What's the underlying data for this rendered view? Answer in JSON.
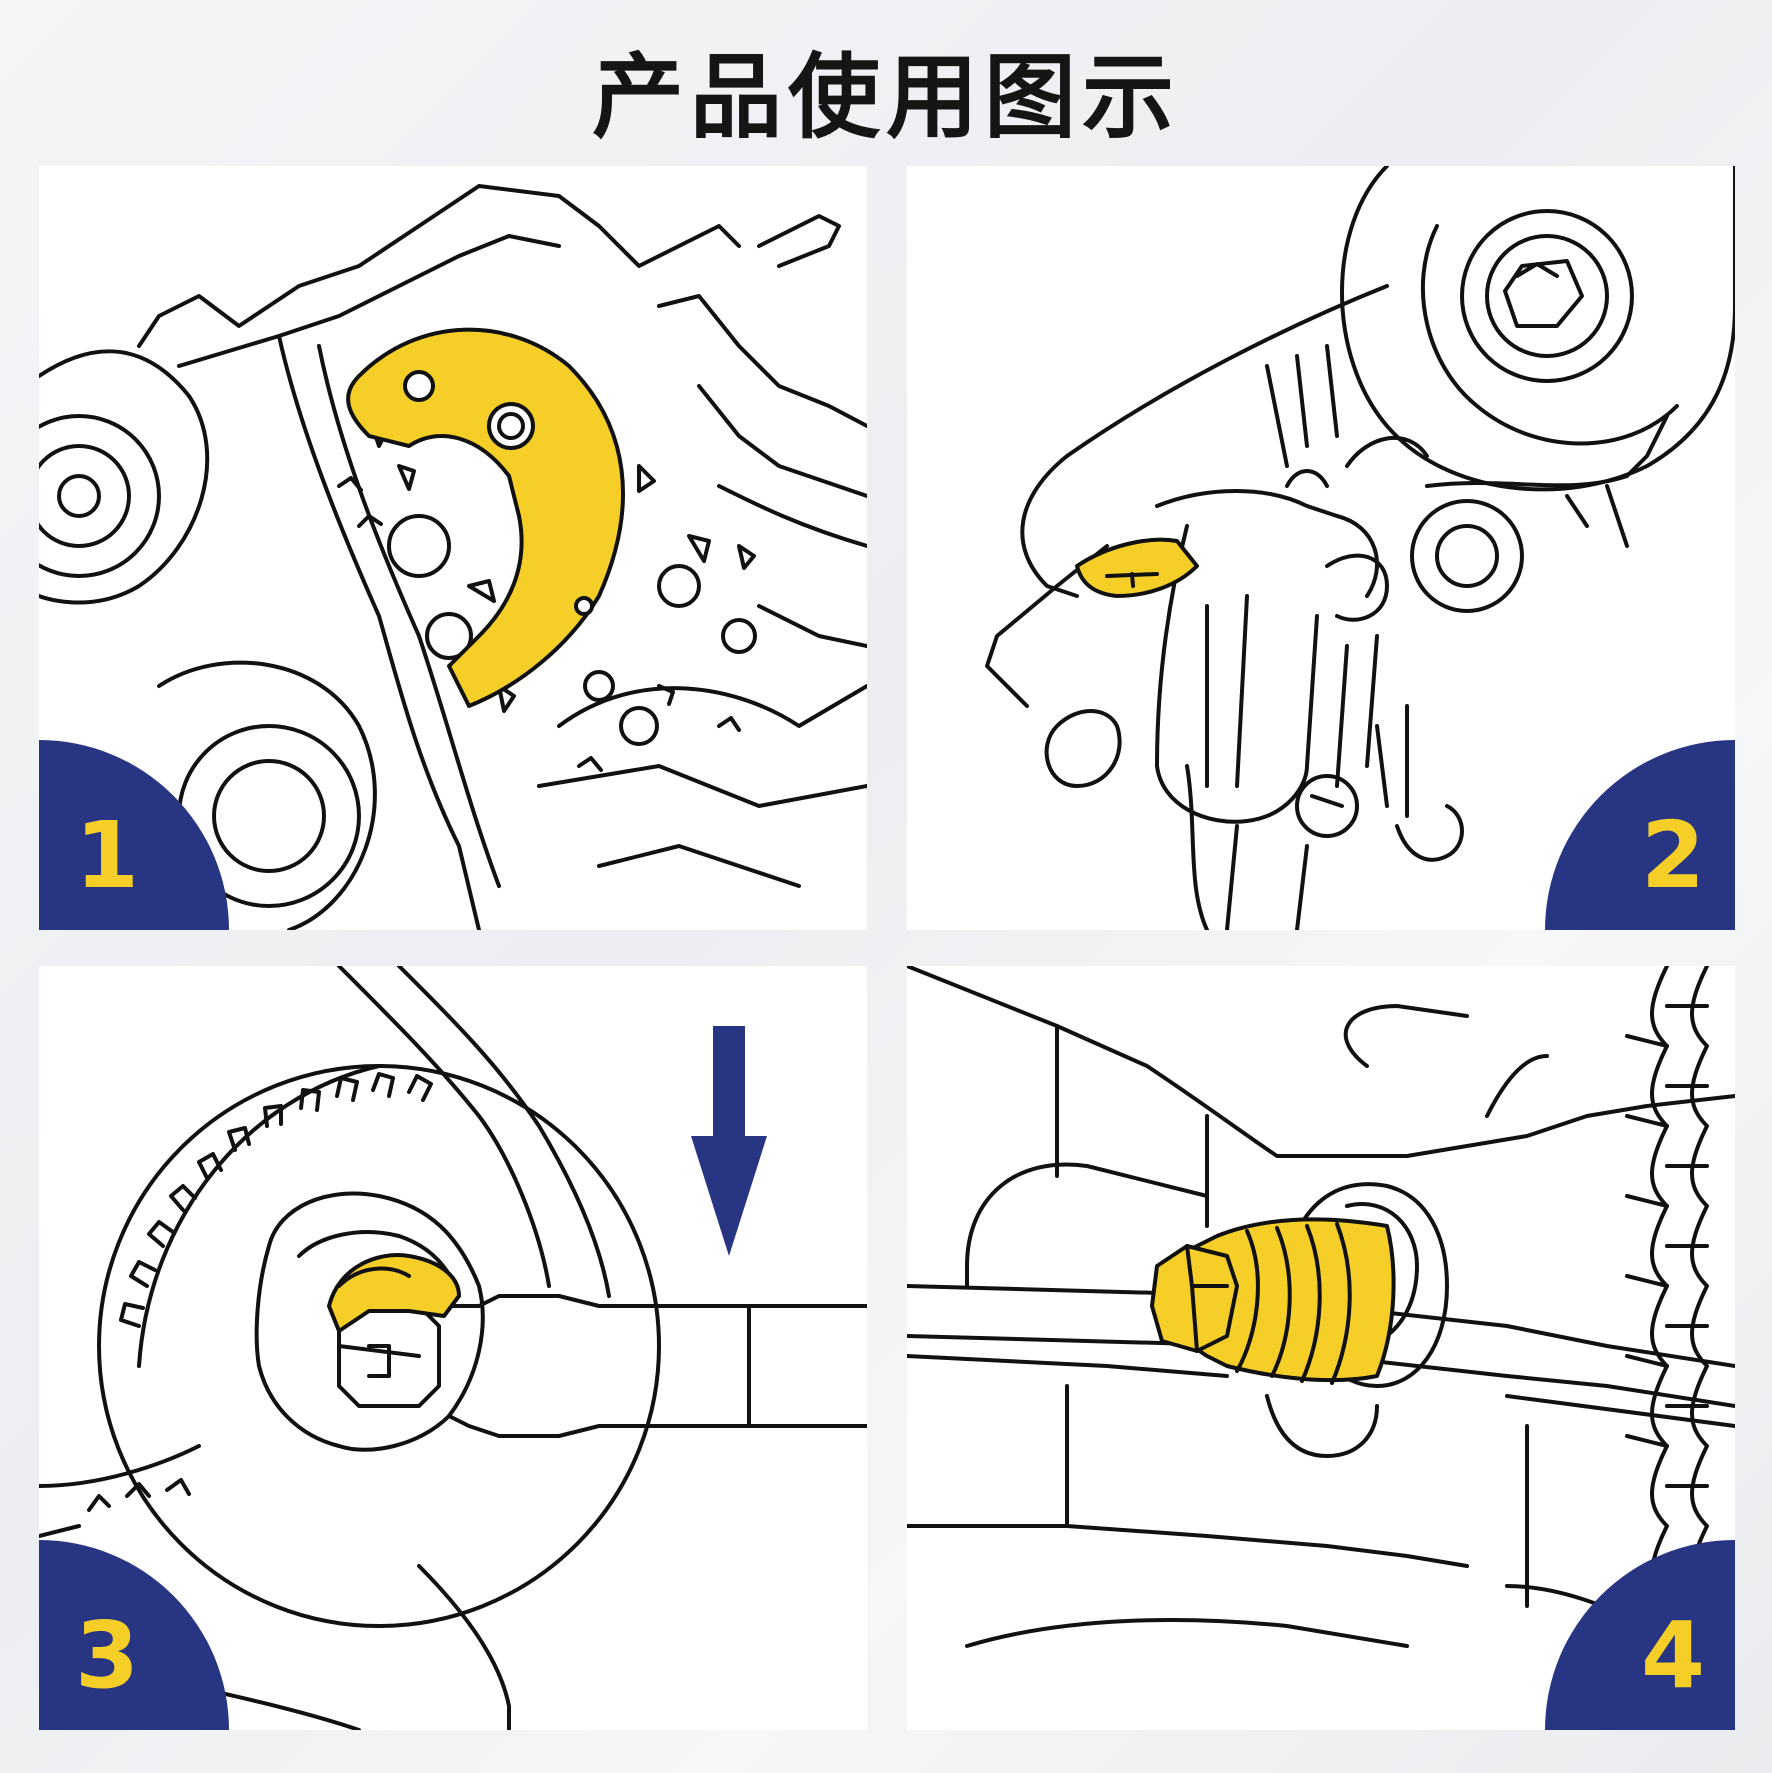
{
  "title": "产品使用图示",
  "steps": [
    {
      "number": "1"
    },
    {
      "number": "2"
    },
    {
      "number": "3"
    },
    {
      "number": "4"
    }
  ],
  "colors": {
    "badge": "#273582",
    "badge_number": "#f5cf28",
    "tool_highlight": "#f5cf28",
    "arrow": "#273582",
    "line": "#111111"
  }
}
